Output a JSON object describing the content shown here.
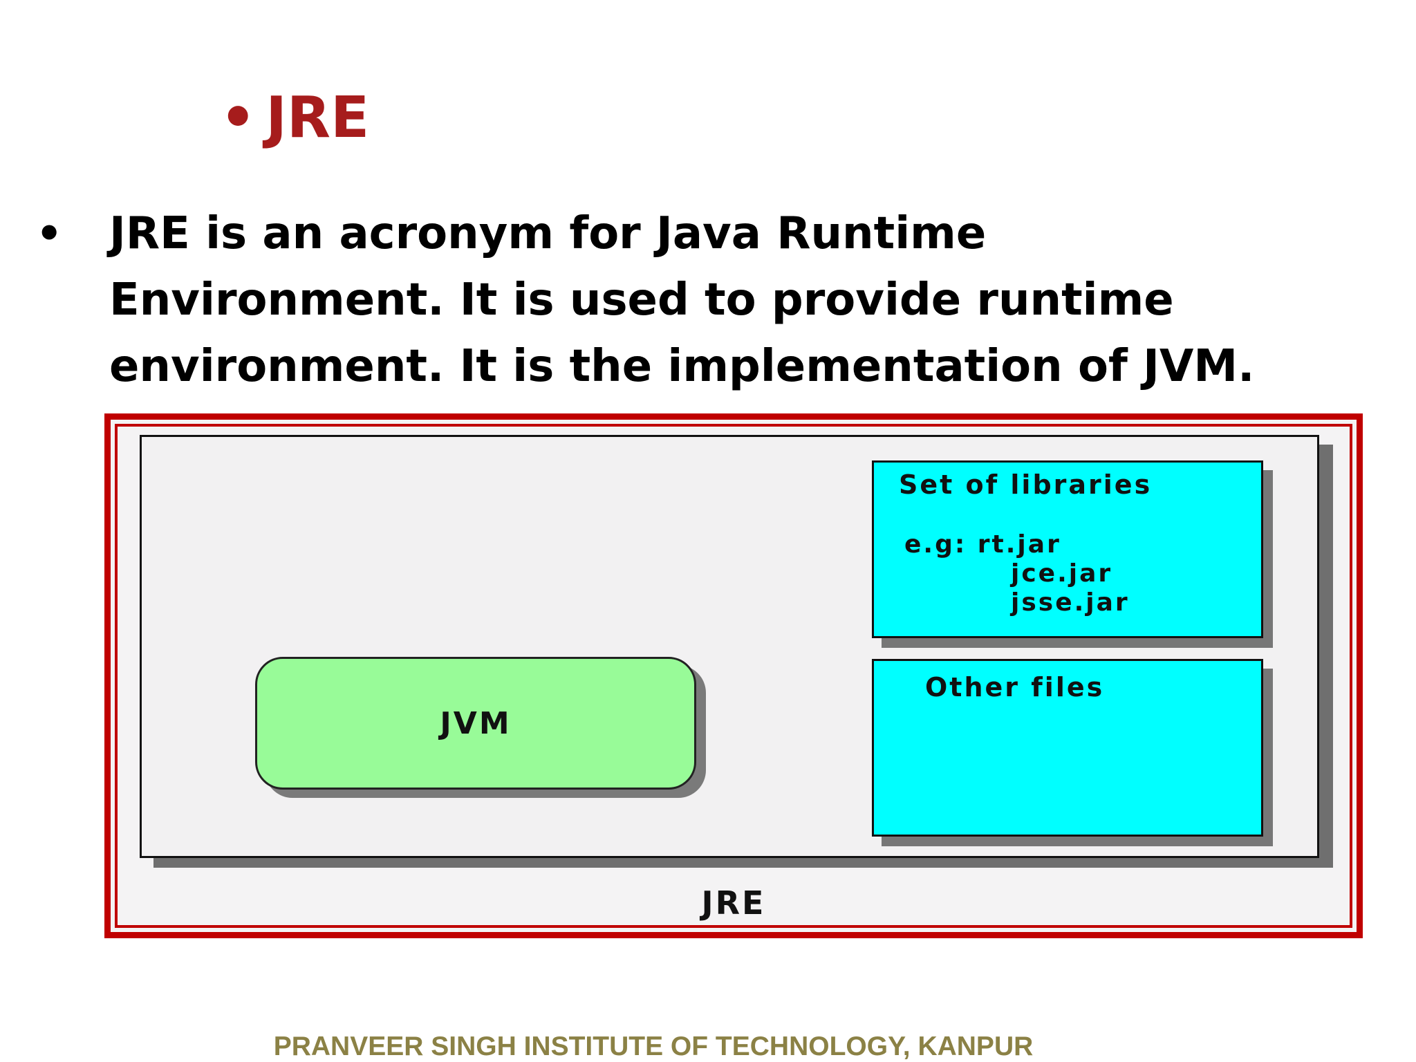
{
  "slide": {
    "title_bullet": "•",
    "title": "JRE",
    "body_bullet": "•",
    "body_text": "JRE is an acronym for Java Runtime Environment. It is used to provide runtime environment. It is the implementation of JVM."
  },
  "diagram": {
    "libraries_box": {
      "title": "Set of libraries",
      "example_label": "e.g: rt.jar",
      "items": [
        "jce.jar",
        "jsse.jar"
      ]
    },
    "other_box": {
      "title": "Other files"
    },
    "jvm_label": "JVM",
    "container_label": "JRE",
    "colors": {
      "frame_border": "#c00000",
      "library_box_fill": "#00ffff",
      "jvm_box_fill": "#98fb98"
    }
  },
  "footer": {
    "text": "PRANVEER SINGH INSTITUTE OF TECHNOLOGY, KANPUR",
    "color": "#8b8145"
  }
}
